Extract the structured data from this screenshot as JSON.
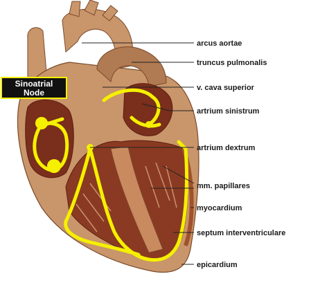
{
  "sinoatrial_label": {
    "line1": "Sinoatrial",
    "line2": "Node"
  },
  "labels": [
    {
      "id": "arcus-aortae",
      "text": "arcus aortae"
    },
    {
      "id": "truncus-pulmonalis",
      "text": "truncus pulmonalis"
    },
    {
      "id": "v-cava-superior",
      "text": "v. cava superior"
    },
    {
      "id": "artrium-sinistrum",
      "text": "artrium sinistrum"
    },
    {
      "id": "artrium-dextrum",
      "text": "artrium dextrum"
    },
    {
      "id": "mm-papillares",
      "text": "mm. papillares"
    },
    {
      "id": "myocardium",
      "text": "myocardium"
    },
    {
      "id": "septum-interventriculare",
      "text": "septum interventriculare"
    },
    {
      "id": "epicardium",
      "text": "epicardium"
    }
  ],
  "colors": {
    "heart_outer": "#c9956a",
    "heart_dark": "#7a2e1c",
    "heart_mid": "#a0522d",
    "heart_light": "#d9aa80",
    "conduction": "#f5f000",
    "sa_box_bg": "#111111",
    "sa_box_border": "#f5f000"
  }
}
